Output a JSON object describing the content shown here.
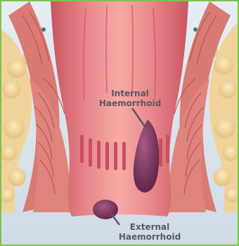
{
  "labels": {
    "internal": {
      "line1": "Internal",
      "line2": "Haemorrhoid"
    },
    "external": {
      "line1": "External",
      "line2": "Haemorrhoid"
    }
  },
  "colors": {
    "border": "#7dc24a",
    "background": "#d9e4ee",
    "fat": "#f0d9a0",
    "muscle": "#d97a74",
    "canal": "#ee8c8e",
    "hemorrhoid": "#7a3560",
    "label_text": "#5a5a5e"
  }
}
